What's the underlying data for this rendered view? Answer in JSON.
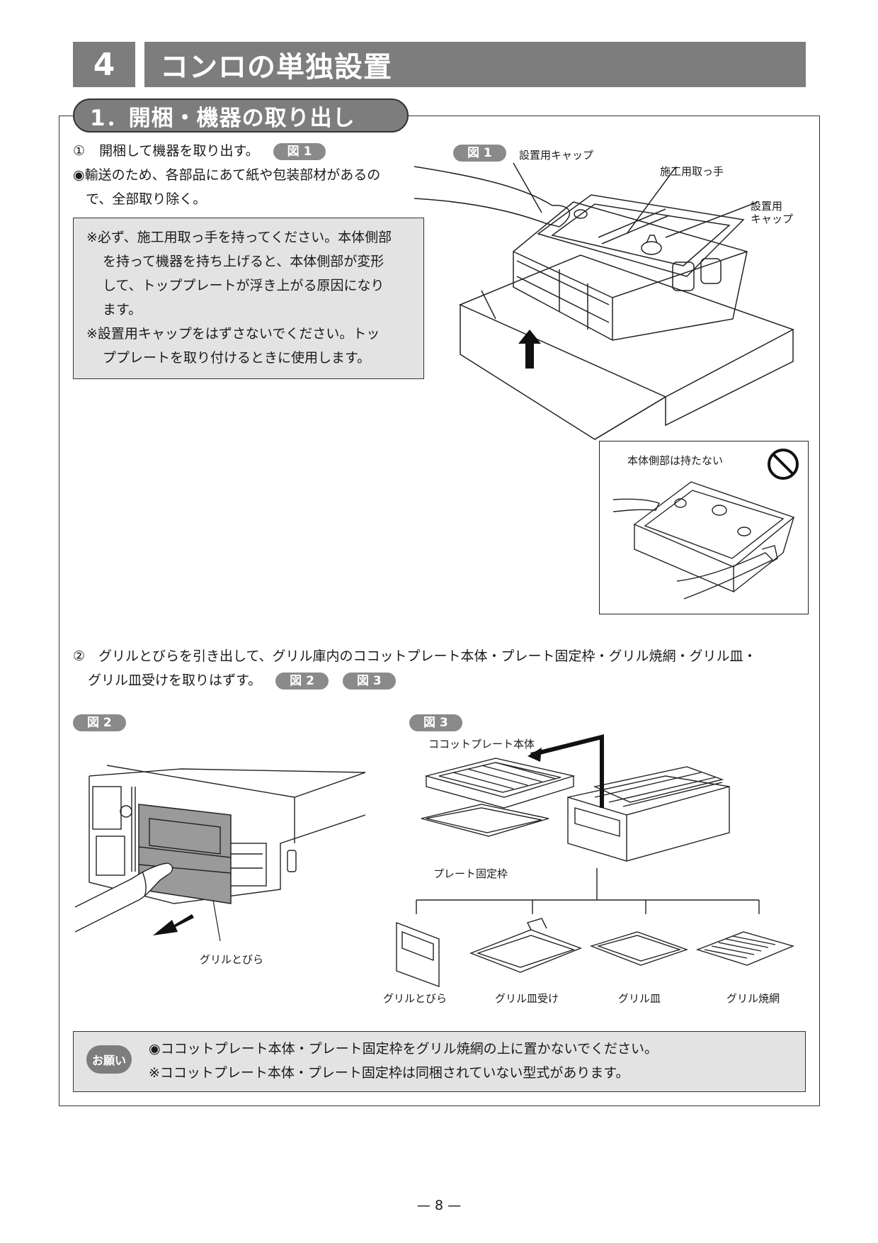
{
  "chapter": {
    "number": "4",
    "title": "コンロの単独設置"
  },
  "section": {
    "title": "1．開梱・機器の取り出し"
  },
  "step1": {
    "num": "①",
    "text": "開梱して機器を取り出す。",
    "ref": "図 1",
    "bullet_line1": "◉輸送のため、各部品にあて紙や包装部材があるの",
    "bullet_line2": "で、全部取り除く。"
  },
  "caution_box": {
    "lines": [
      "※必ず、施工用取っ手を持ってください。本体側部",
      "を持って機器を持ち上げると、本体側部が変形",
      "して、トッププレートが浮き上がる原因になり",
      "ます。",
      "※設置用キャップをはずさないでください。トッ",
      "ププレートを取り付けるときに使用します。"
    ]
  },
  "fig1": {
    "tag": "図 1",
    "label_cap1": "設置用キャップ",
    "label_handle": "施工用取っ手",
    "label_cap2_line1": "設置用",
    "label_cap2_line2": "キャップ",
    "inset_label": "本体側部は持たない",
    "prohibited_icon": "prohibited-icon"
  },
  "step2": {
    "line1": "②　グリルとびらを引き出して、グリル庫内のココットプレート本体・プレート固定枠・グリル焼網・グリル皿・",
    "line2": "グリル皿受けを取りはずす。",
    "ref_a": "図 2",
    "ref_b": "図 3"
  },
  "fig2": {
    "tag": "図 2",
    "label_door": "グリルとびら"
  },
  "fig3": {
    "tag": "図 3",
    "label_cocotte": "ココットプレート本体",
    "label_frame": "プレート固定枠",
    "parts": [
      "グリルとびら",
      "グリル皿受け",
      "グリル皿",
      "グリル焼網"
    ]
  },
  "onegai": {
    "badge": "お願い",
    "line1": "◉ココットプレート本体・プレート固定枠をグリル焼網の上に置かないでください。",
    "line2": "※ココットプレート本体・プレート固定枠は同梱されていない型式があります。"
  },
  "page_number": "— 8 —",
  "colors": {
    "header_gray": "#7d7d7d",
    "box_gray": "#e3e3e3"
  }
}
